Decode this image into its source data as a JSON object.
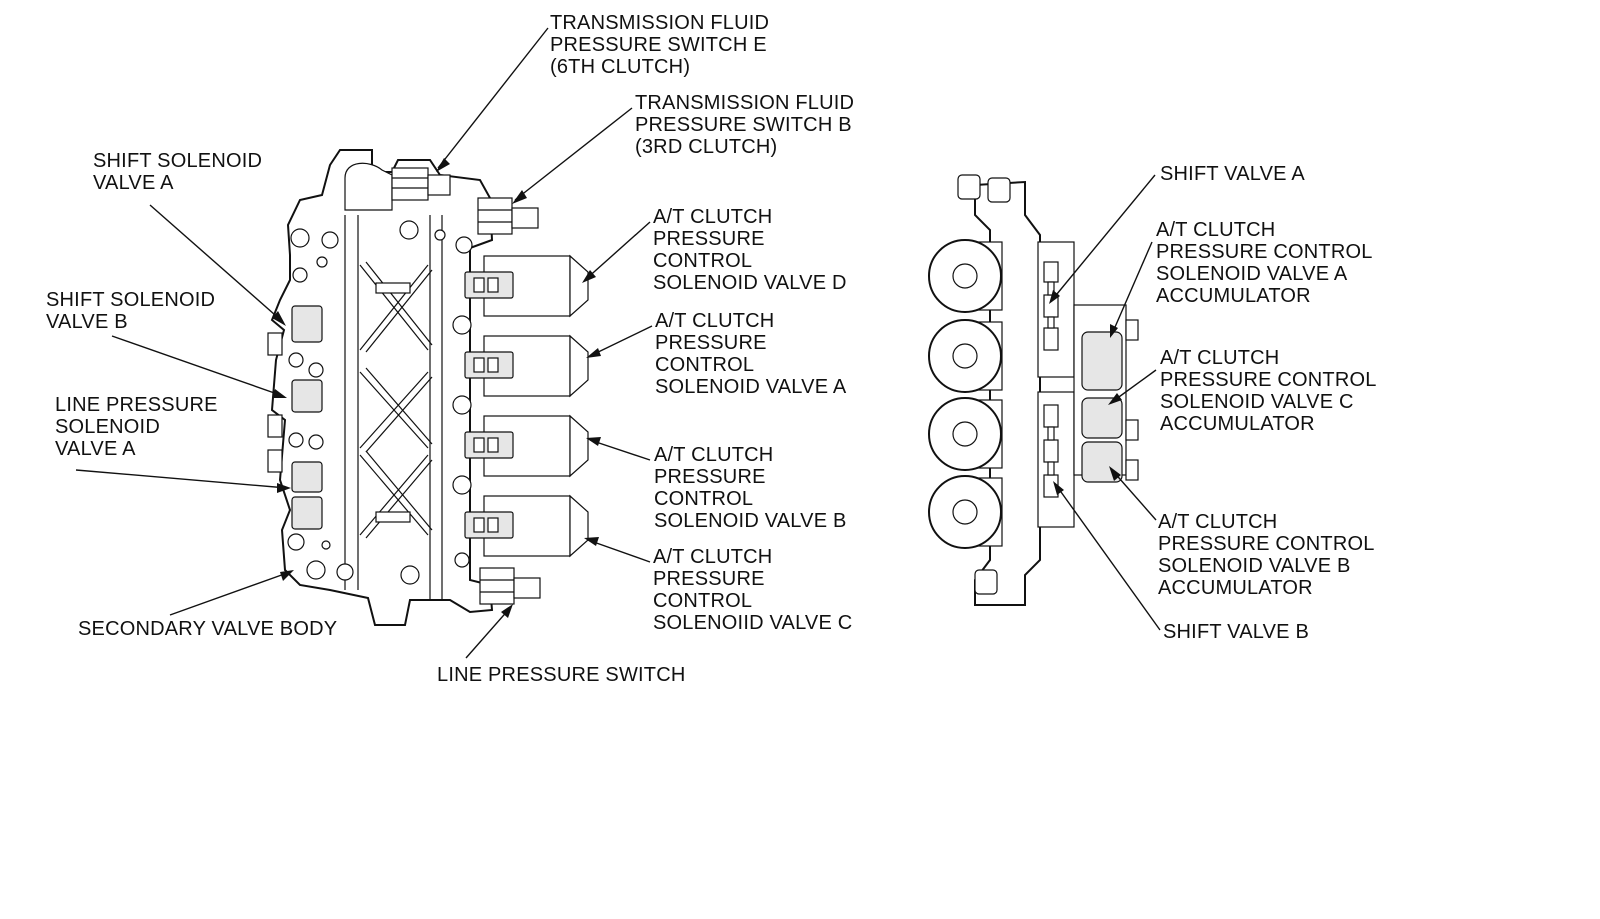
{
  "colors": {
    "ink": "#111111",
    "paper": "#ffffff",
    "shade": "#e6e6e6"
  },
  "callouts": {
    "trans_fluid_switch_e": [
      "TRANSMISSION FLUID",
      "PRESSURE SWITCH E",
      "(6TH CLUTCH)"
    ],
    "trans_fluid_switch_b": [
      "TRANSMISSION FLUID",
      "PRESSURE SWITCH B",
      "(3RD CLUTCH)"
    ],
    "shift_solenoid_a": [
      "SHIFT SOLENOID",
      "VALVE A"
    ],
    "shift_solenoid_b": [
      "SHIFT SOLENOID",
      "VALVE B"
    ],
    "line_pressure_solenoid_a": [
      "LINE PRESSURE",
      "SOLENOID",
      "VALVE A"
    ],
    "secondary_valve_body": [
      "SECONDARY VALVE BODY"
    ],
    "line_pressure_switch": [
      "LINE PRESSURE SWITCH"
    ],
    "atc_solenoid_d": [
      "A/T CLUTCH",
      "PRESSURE",
      "CONTROL",
      "SOLENOID VALVE D"
    ],
    "atc_solenoid_a": [
      "A/T CLUTCH",
      "PRESSURE",
      "CONTROL",
      "SOLENOID VALVE A"
    ],
    "atc_solenoid_b": [
      "A/T CLUTCH",
      "PRESSURE",
      "CONTROL",
      "SOLENOID VALVE B"
    ],
    "atc_solenoid_c": [
      "A/T CLUTCH",
      "PRESSURE",
      "CONTROL",
      "SOLENOIID VALVE C"
    ],
    "shift_valve_a": [
      "SHIFT VALVE A"
    ],
    "accumulator_a": [
      "A/T CLUTCH",
      "PRESSURE CONTROL",
      "SOLENOID VALVE A",
      "ACCUMULATOR"
    ],
    "accumulator_c": [
      "A/T CLUTCH",
      "PRESSURE CONTROL",
      "SOLENOID VALVE C",
      "ACCUMULATOR"
    ],
    "accumulator_b": [
      "A/T CLUTCH",
      "PRESSURE CONTROL",
      "SOLENOID VALVE B",
      "ACCUMULATOR"
    ],
    "shift_valve_b": [
      "SHIFT VALVE B"
    ]
  }
}
